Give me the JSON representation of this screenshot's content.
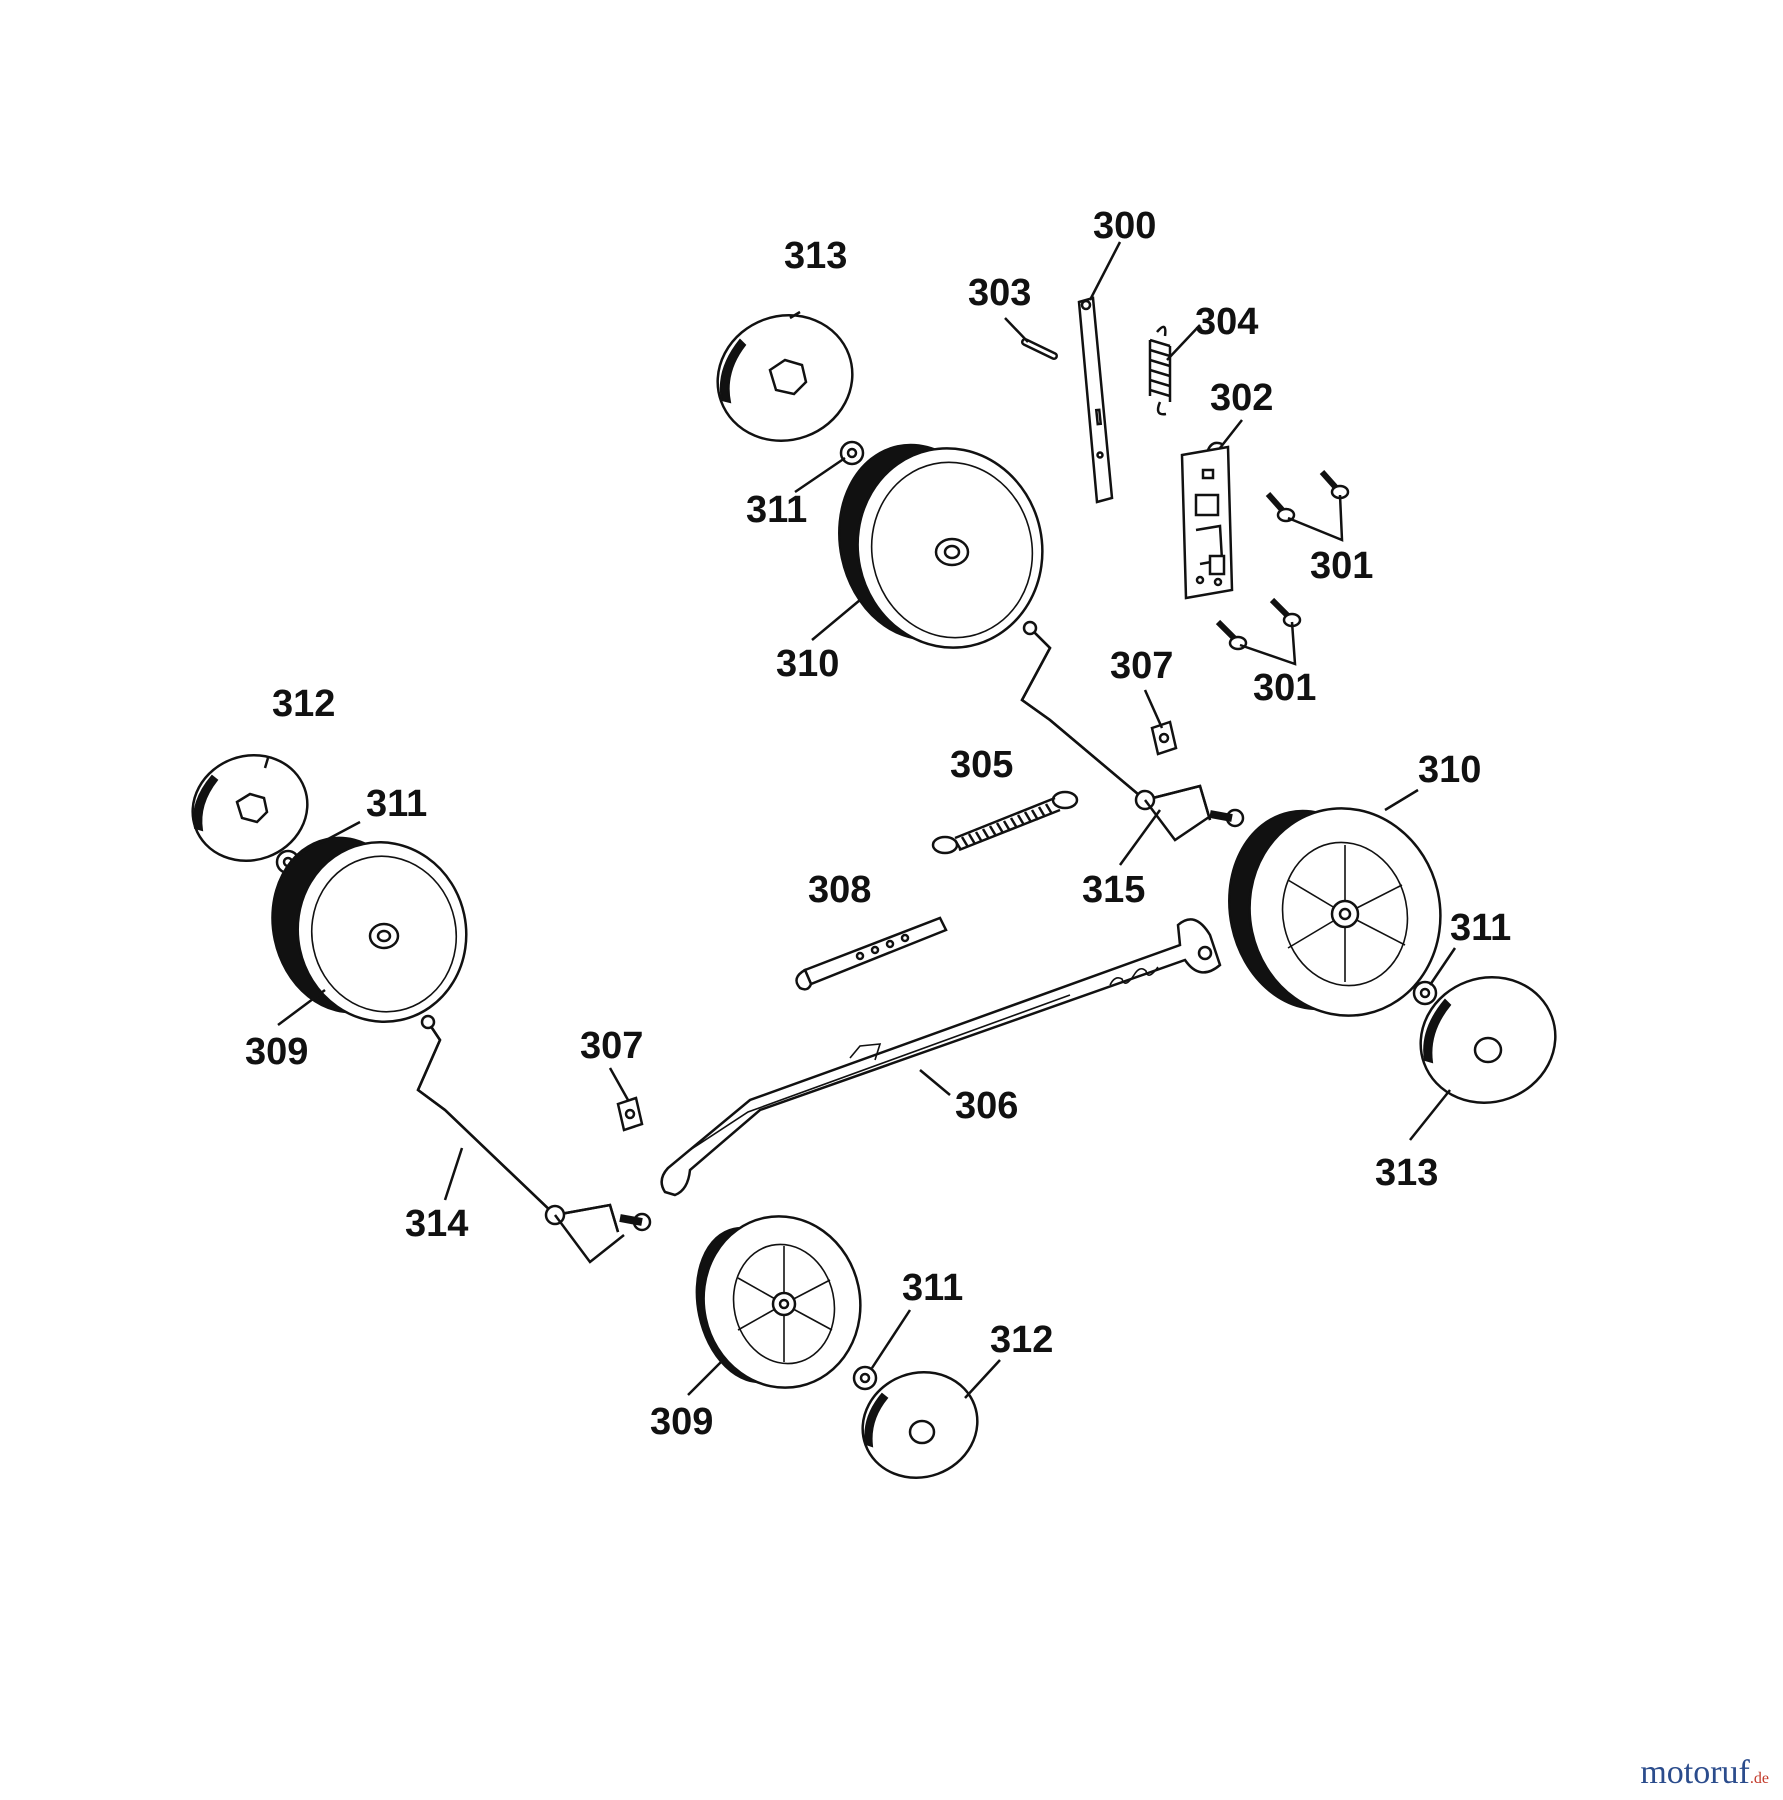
{
  "labels": {
    "l300": "300",
    "l301a": "301",
    "l301b": "301",
    "l302": "302",
    "l303": "303",
    "l304": "304",
    "l305": "305",
    "l306": "306",
    "l307a": "307",
    "l307b": "307",
    "l308": "308",
    "l309a": "309",
    "l309b": "309",
    "l310a": "310",
    "l310b": "310",
    "l311a": "311",
    "l311b": "311",
    "l311c": "311",
    "l311d": "311",
    "l312a": "312",
    "l312b": "312",
    "l313a": "313",
    "l313b": "313",
    "l314": "314",
    "l315": "315"
  },
  "watermark": {
    "main": "motoruf",
    "tld": ".de"
  }
}
